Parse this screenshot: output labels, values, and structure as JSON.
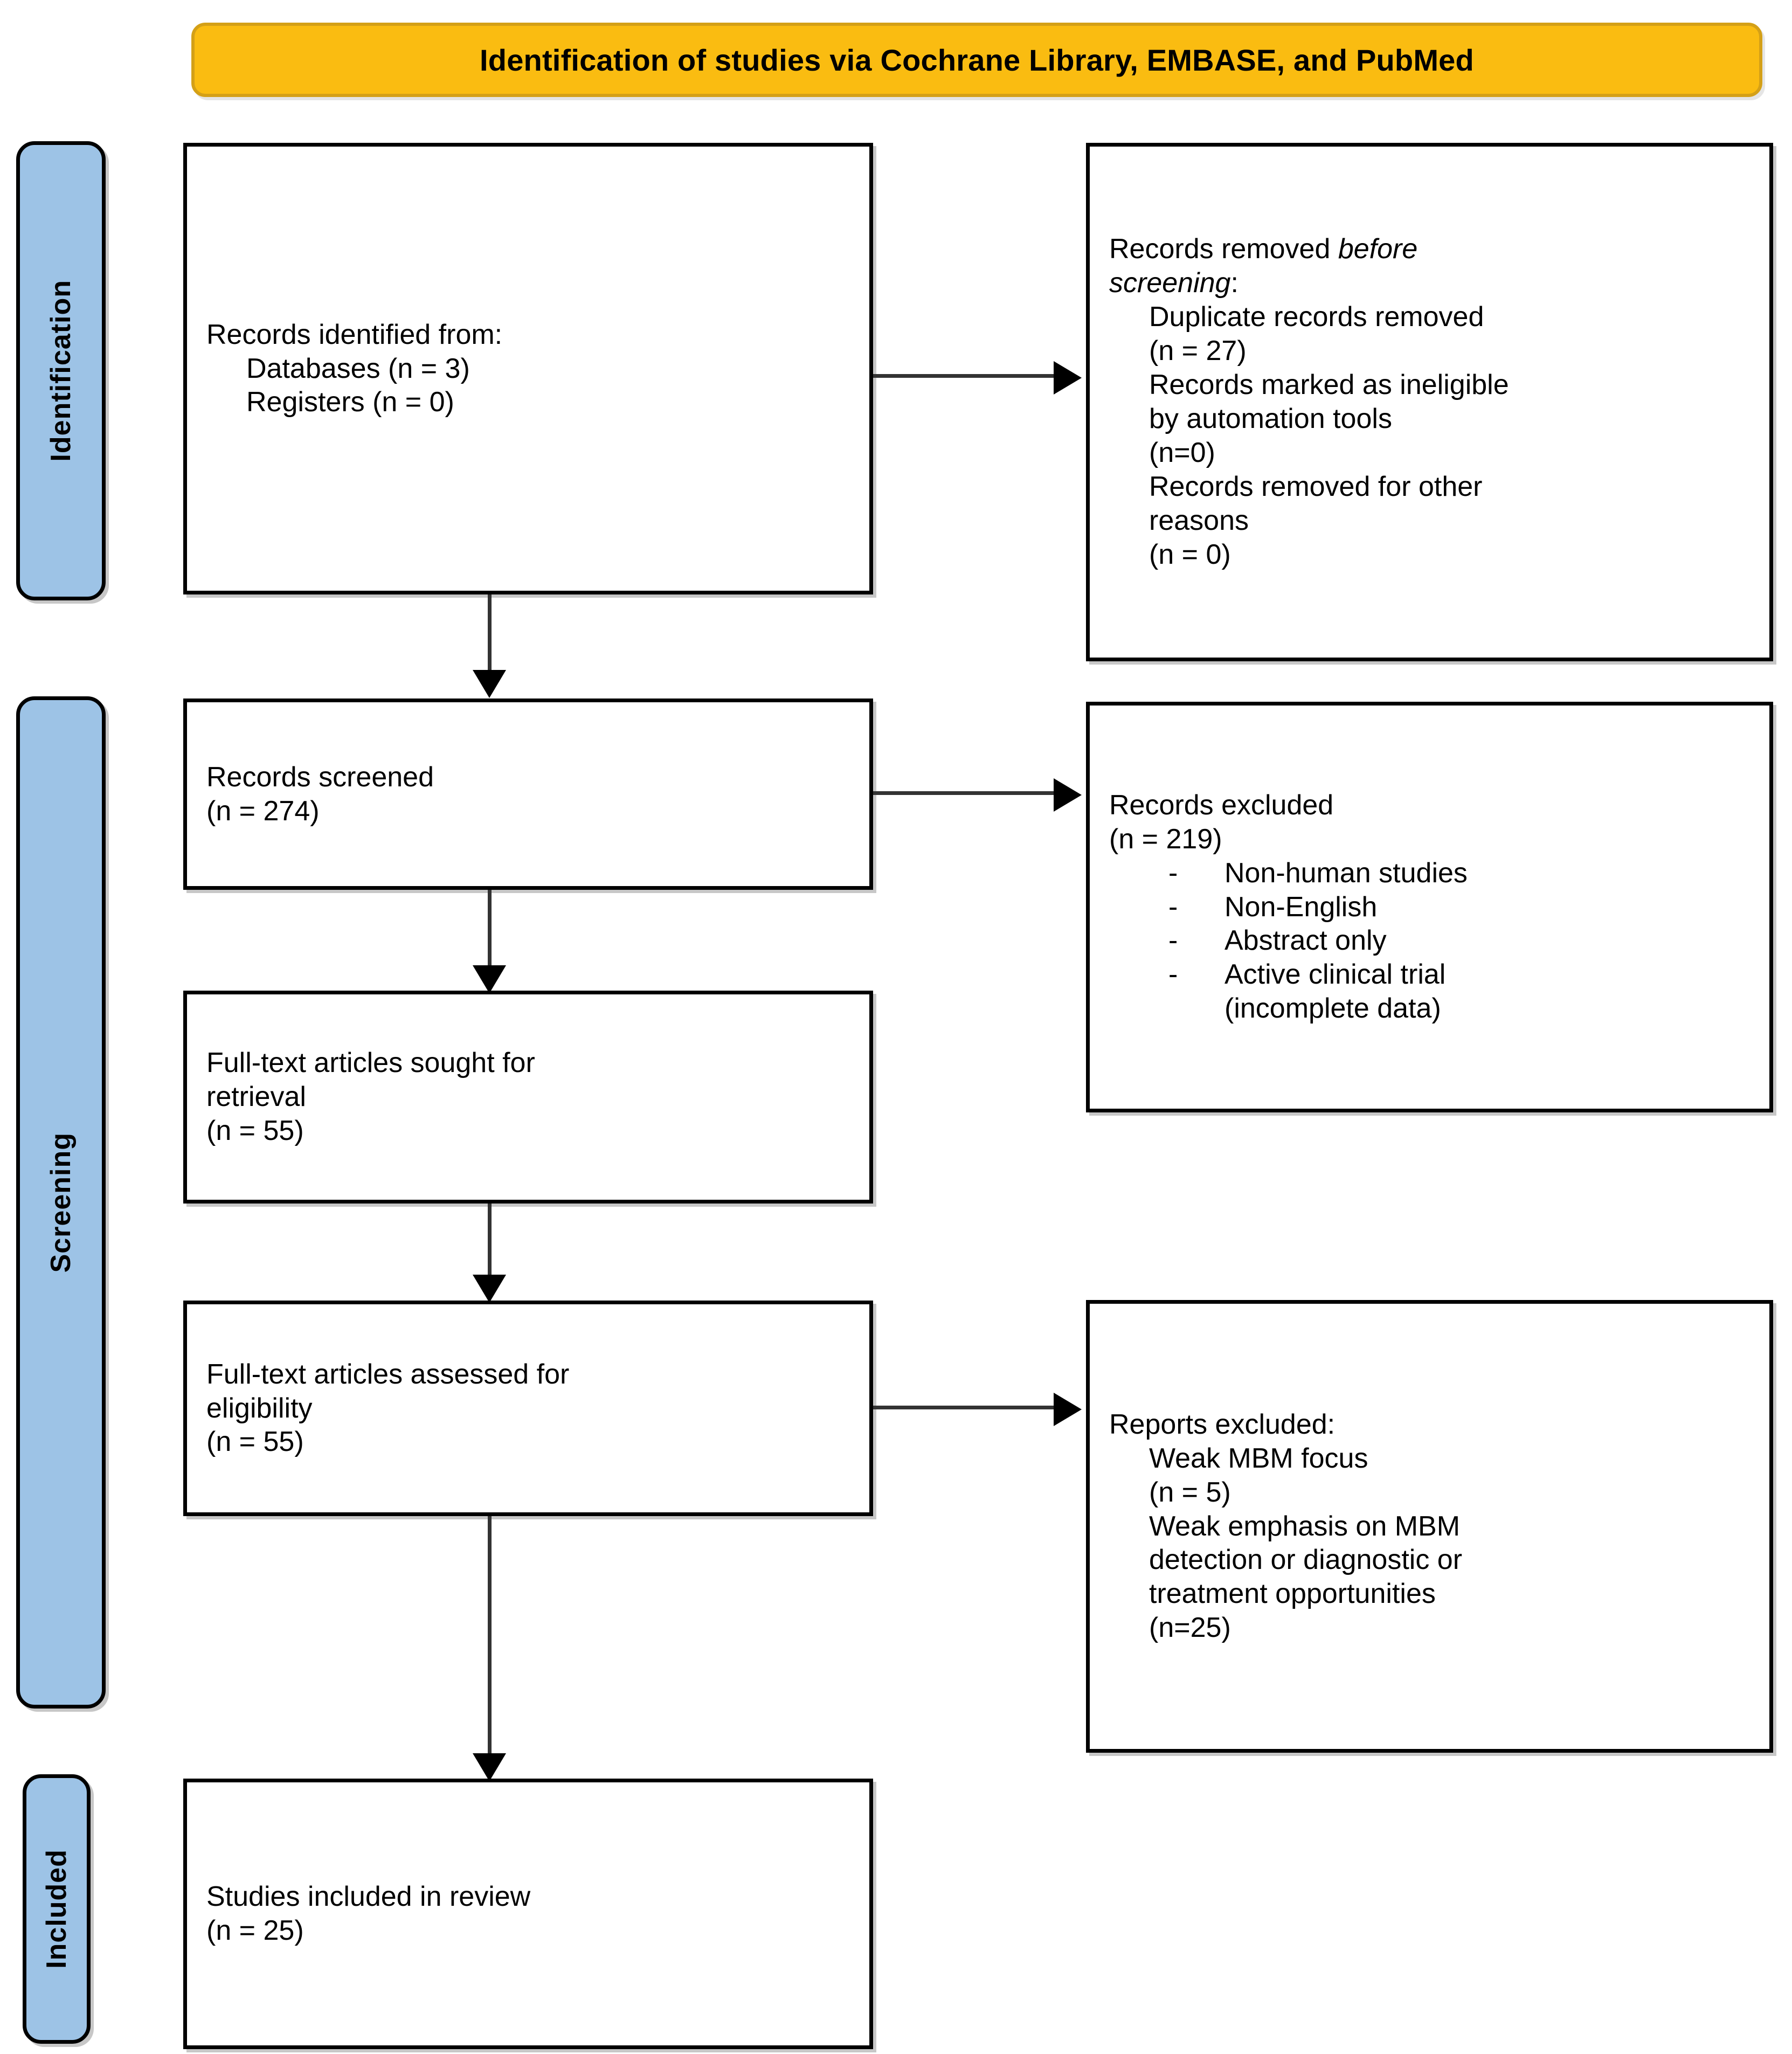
{
  "title": {
    "text": "Identification of studies via Cochrane Library, EMBASE, and PubMed",
    "background_color": "#FABC11",
    "border_color": "#D4A017"
  },
  "colors": {
    "stage_bar_fill": "#9DC3E6",
    "box_border": "#000000",
    "connector": "#333333",
    "box_fill": "#FFFFFF"
  },
  "stages": [
    {
      "id": "identification",
      "label": "Identification"
    },
    {
      "id": "screening",
      "label": "Screening"
    },
    {
      "id": "included",
      "label": "Included"
    }
  ],
  "boxes": {
    "identified": {
      "name": "records-identified",
      "lines": {
        "l1": "Records identified from:",
        "l2": "Databases (n = 3)",
        "l3": "Registers (n = 0)"
      }
    },
    "removed": {
      "name": "records-removed-before-screening",
      "lines": {
        "l1a": "Records removed ",
        "l1b": "before",
        "l2": "screening",
        "l2b": ":",
        "l3": "Duplicate records removed",
        "l4": "(n = 27)",
        "l5": "Records marked as ineligible",
        "l6": "by automation tools",
        "l7": "(n=0)",
        "l8": "Records removed for other",
        "l9": "reasons",
        "l10": "(n = 0)"
      }
    },
    "screened": {
      "name": "records-screened",
      "lines": {
        "l1": "Records screened",
        "l2": "(n = 274)"
      }
    },
    "records_excluded": {
      "name": "records-excluded",
      "lines": {
        "l1": "Records excluded",
        "l2": "(n = 219)"
      },
      "bullet_marker": "-",
      "bullets": [
        "Non-human studies",
        "Non-English",
        "Abstract only",
        "Active clinical trial"
      ],
      "bullet_continuation": "(incomplete data)"
    },
    "sought": {
      "name": "fulltext-sought-for-retrieval",
      "lines": {
        "l1": "Full-text articles sought for",
        "l2": "retrieval",
        "l3": "(n = 55)"
      }
    },
    "assessed": {
      "name": "fulltext-assessed-for-eligibility",
      "lines": {
        "l1": "Full-text articles assessed for",
        "l2": "eligibility",
        "l3": "(n = 55)"
      }
    },
    "reports_excluded": {
      "name": "reports-excluded",
      "lines": {
        "l1": "Reports excluded:",
        "l2": "Weak MBM focus",
        "l3": "(n = 5)",
        "l4": "Weak emphasis on MBM",
        "l5": "detection or diagnostic or",
        "l6": "treatment opportunities",
        "l7": "(n=25)"
      }
    },
    "included": {
      "name": "studies-included-in-review",
      "lines": {
        "l1": "Studies included in review",
        "l2": "(n = 25)"
      }
    }
  },
  "chart_data": {
    "type": "diagram",
    "diagram_type": "PRISMA flow diagram",
    "title": "Identification of studies via Cochrane Library, EMBASE, and PubMed",
    "nodes": [
      {
        "id": "identified",
        "stage": "Identification",
        "label": "Records identified from: Databases (n = 3); Registers (n = 0)",
        "databases": 3,
        "registers": 0
      },
      {
        "id": "removed",
        "stage": "Identification",
        "label": "Records removed before screening",
        "duplicates_removed": 27,
        "ineligible_by_automation": 0,
        "removed_other_reasons": 0
      },
      {
        "id": "screened",
        "stage": "Screening",
        "label": "Records screened",
        "n": 274
      },
      {
        "id": "records_excluded",
        "stage": "Screening",
        "label": "Records excluded",
        "n": 219,
        "reasons": [
          "Non-human studies",
          "Non-English",
          "Abstract only",
          "Active clinical trial (incomplete data)"
        ]
      },
      {
        "id": "sought",
        "stage": "Screening",
        "label": "Full-text articles sought for retrieval",
        "n": 55
      },
      {
        "id": "assessed",
        "stage": "Screening",
        "label": "Full-text articles assessed for eligibility",
        "n": 55
      },
      {
        "id": "reports_excluded",
        "stage": "Screening",
        "label": "Reports excluded",
        "reasons": [
          {
            "reason": "Weak MBM focus",
            "n": 5
          },
          {
            "reason": "Weak emphasis on MBM detection or diagnostic or treatment opportunities",
            "n": 25
          }
        ]
      },
      {
        "id": "included",
        "stage": "Included",
        "label": "Studies included in review",
        "n": 25
      }
    ],
    "edges": [
      {
        "from": "identified",
        "to": "removed",
        "direction": "right"
      },
      {
        "from": "identified",
        "to": "screened",
        "direction": "down"
      },
      {
        "from": "screened",
        "to": "records_excluded",
        "direction": "right"
      },
      {
        "from": "screened",
        "to": "sought",
        "direction": "down"
      },
      {
        "from": "sought",
        "to": "assessed",
        "direction": "down"
      },
      {
        "from": "assessed",
        "to": "reports_excluded",
        "direction": "right"
      },
      {
        "from": "assessed",
        "to": "included",
        "direction": "down"
      }
    ]
  }
}
